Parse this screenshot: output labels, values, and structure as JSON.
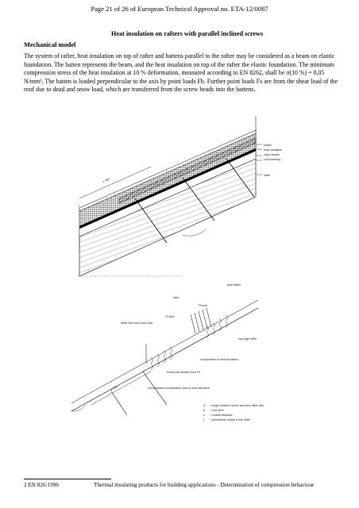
{
  "header": {
    "page_line": "Page 21 of 26 of European Technical Approval no. ETA-12/0087"
  },
  "section_title": "Heat insulation on rafters with parallel inclined screws",
  "subsection_title": "Mechanical model",
  "paragraph": "The system of rafter, heat insulation on top of rafter and battens parallel to the rafter may be considered as a beam on elastic foundation. The batten represents the beam, and the heat insulation on top of the rafter the elastic foundation. The minimum compression stress of the heat insulation at 10 % deformation, measured according to EN 8262, shall be σ(10 %) = 0,05 N/mm². The batten is loaded perpendicular to the axis by point loads Fb. Further point loads Fs are from the shear load of the roof due to dead and snow load, which are transferred from the screw heads into the battens.",
  "figure": {
    "labels": {
      "batten": "batten",
      "heat_insulation": "heat insulation",
      "vapour_barrier": "vapor barrier",
      "roof_boarding": "roof boarding",
      "rafter": "rafter",
      "axis_batten": "axis batten",
      "wind": "wind",
      "dead_snow_load": "dead load and snow load",
      "top_edge_rafter": "top edge rafter",
      "compression_heat_insulation": "compression in heat insulation",
      "screw_axis_tensile": "screw axis tensile force Fz",
      "concentrated_compression": "concentrated compression load in heat insulation",
      "f_wind_a": "Fb,wind",
      "f_wind_b": "Fb,wind",
      "dim_top": "≥ 250",
      "dim_bottom": "≥ 250"
    },
    "legend": [
      {
        "symbol": "α",
        "text": "= angle between screw axis and rafter axis"
      },
      {
        "symbol": "β",
        "text": "= roof pitch"
      },
      {
        "symbol": "e",
        "text": "= screws distance"
      },
      {
        "symbol": "ℓ",
        "text": "= penetration length in the rafter"
      }
    ]
  },
  "footnote": {
    "number": "2  EN 826:1996",
    "text": "Thermal insulating products for building applications - Determination of compression behaviour"
  }
}
